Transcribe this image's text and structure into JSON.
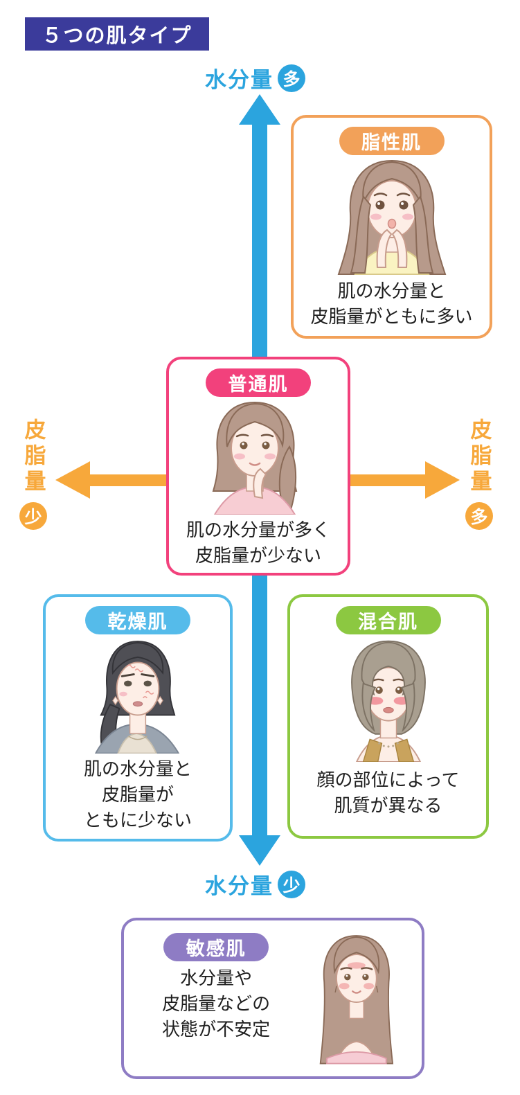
{
  "theme": {
    "indigo": "#3b3b9b",
    "blue": "#2ba4de",
    "orange": "#f7a83b",
    "card-orange": "#f2a159",
    "pink": "#f2417c",
    "light-blue": "#55bbea",
    "green": "#8cc841",
    "purple": "#8e7cc4"
  },
  "title": "５つの肌タイプ",
  "axes": {
    "vertical": {
      "label": "水分量",
      "top_badge": "多",
      "bottom_badge": "少"
    },
    "horizontal": {
      "label": "皮脂量",
      "left_badge": "少",
      "right_badge": "多"
    }
  },
  "cards": {
    "oily": {
      "label": "脂性肌",
      "description": "肌の水分量と\n皮脂量がともに多い"
    },
    "normal": {
      "label": "普通肌",
      "description": "肌の水分量が多く\n皮脂量が少ない"
    },
    "dry": {
      "label": "乾燥肌",
      "description": "肌の水分量と\n皮脂量が\nともに少ない"
    },
    "combination": {
      "label": "混合肌",
      "description": "顔の部位によって\n肌質が異なる"
    },
    "sensitive": {
      "label": "敏感肌",
      "description": "水分量や\n皮脂量などの\n状態が不安定"
    }
  }
}
